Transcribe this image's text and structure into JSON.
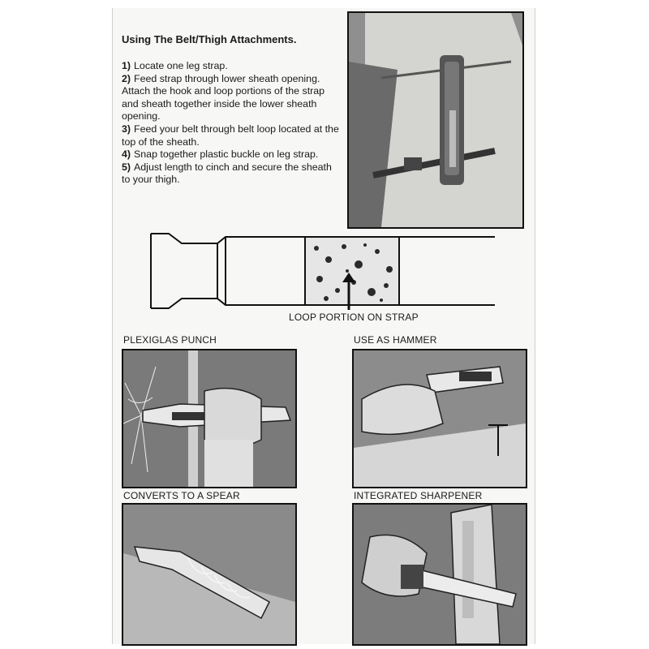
{
  "section": {
    "heading": "Using The Belt/Thigh Attachments."
  },
  "steps": [
    {
      "num": "1)",
      "text": "Locate one leg strap."
    },
    {
      "num": "2)",
      "text": "Feed strap through lower sheath opening. Attach the hook and loop portions  of the strap and sheath together inside the lower sheath opening."
    },
    {
      "num": "3)",
      "text": "Feed your belt through belt loop located at the top of the sheath."
    },
    {
      "num": "4)",
      "text": "Snap together plastic buckle on leg strap."
    },
    {
      "num": "5)",
      "text": "Adjust length to cinch and secure the sheath to your thigh."
    }
  ],
  "strap_diagram": {
    "caption": "LOOP PORTION ON STRAP"
  },
  "panels": [
    {
      "id": "punch",
      "label": "PLEXIGLAS PUNCH"
    },
    {
      "id": "hammer",
      "label": "USE AS HAMMER"
    },
    {
      "id": "spear",
      "label": "CONVERTS TO A SPEAR"
    },
    {
      "id": "sharpener",
      "label": "INTEGRATED SHARPENER"
    }
  ],
  "colors": {
    "ink": "#1a1a1a",
    "photo_dark": "#5c5c5c",
    "photo_mid": "#8a8a8a",
    "photo_light": "#c8c8c8"
  }
}
